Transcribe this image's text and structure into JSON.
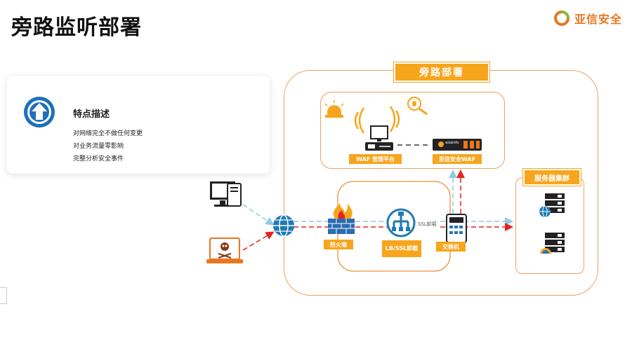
{
  "page": {
    "title": "旁路监听部署"
  },
  "logo": {
    "text": "亚信安全",
    "brand_color": "#e8761f"
  },
  "features": {
    "icon": "up-arrow-circle-icon",
    "title": "特点描述",
    "items": [
      "对网络完全不做任何变更",
      "对业务流量零影响",
      "完整分析安全事件"
    ]
  },
  "diagram": {
    "section_title": "旁路部署",
    "server_cluster_label": "服务器集群",
    "waf_mgmt_label": "WAF 管理平台",
    "waf_label": "亚信安全WAF",
    "firewall_label": "防火墙",
    "lb_label": "LB/SSL卸载",
    "switch_label": "交换机",
    "ssl_offload_text": "SSL卸载",
    "waf_device_brand": "asiainfo",
    "colors": {
      "accent": "#f7a51c",
      "frame": "#f0a15c",
      "normal_traffic": "#8fcbe0",
      "attack_traffic": "#e52421",
      "device_blue": "#1f7ab4"
    }
  }
}
